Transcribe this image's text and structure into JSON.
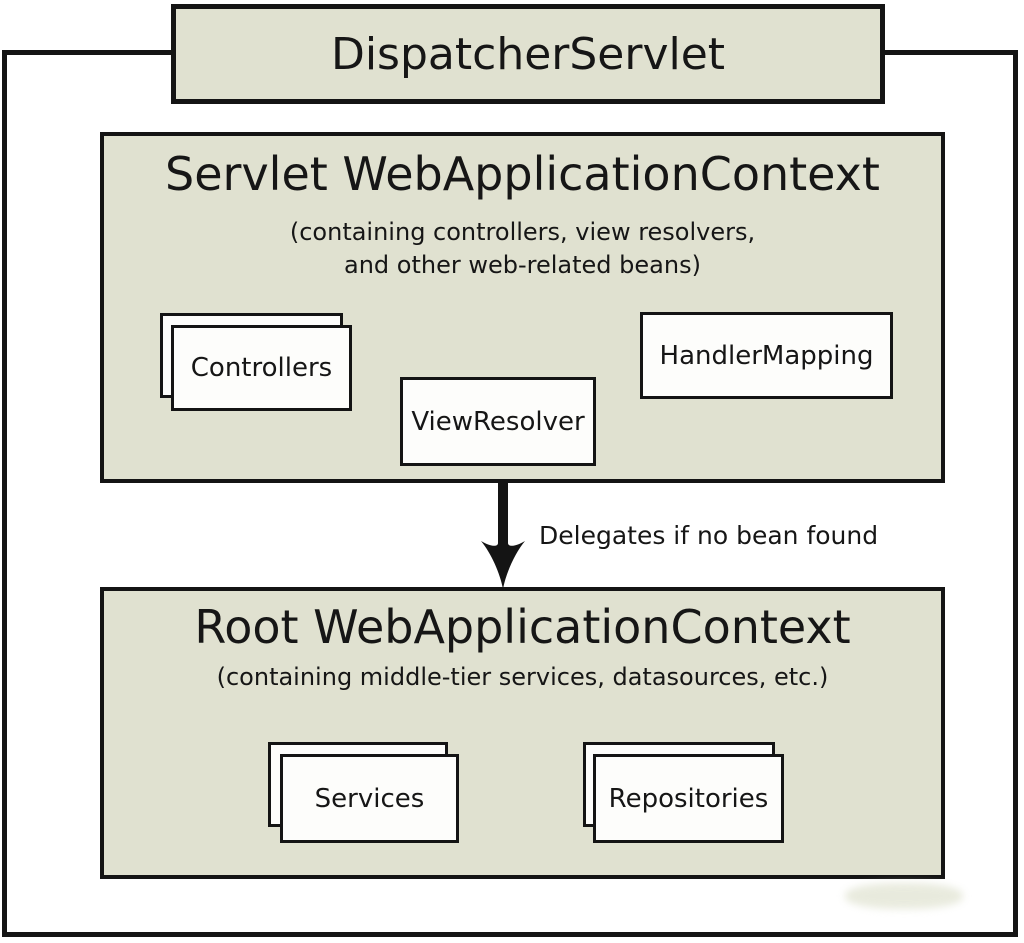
{
  "diagram": {
    "dispatcher": {
      "label": "DispatcherServlet"
    },
    "servlet_context": {
      "title": "Servlet WebApplicationContext",
      "subtitle_line1": "(containing controllers, view resolvers,",
      "subtitle_line2": "and other web-related beans)",
      "beans": {
        "controllers": "Controllers",
        "view_resolver": "ViewResolver",
        "handler_mapping": "HandlerMapping"
      }
    },
    "arrow": {
      "label": "Delegates if no bean found"
    },
    "root_context": {
      "title": "Root WebApplicationContext",
      "subtitle_line1": "(containing middle-tier services, datasources, etc.)",
      "beans": {
        "services": "Services",
        "repositories": "Repositories"
      }
    },
    "colors": {
      "box_fill": "#e0e1d0",
      "inner_box_fill": "#fdfdfb",
      "border": "#141414",
      "background": "#ffffff",
      "text": "#161616"
    }
  }
}
